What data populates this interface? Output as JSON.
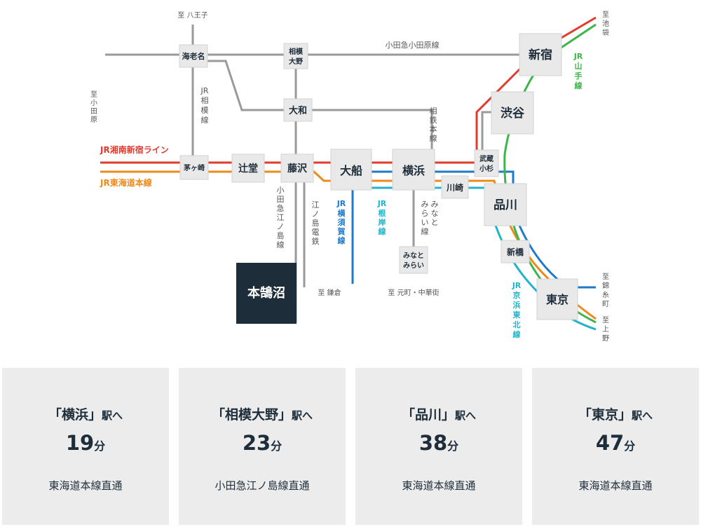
{
  "map": {
    "stations": {
      "ebina": "海老名",
      "sagami_ono": [
        "相模",
        "大野"
      ],
      "yamato": "大和",
      "shinjuku": "新宿",
      "shibuya": "渋谷",
      "chigasaki": "茅ヶ崎",
      "tsujido": "辻堂",
      "fujisawa": "藤沢",
      "ofuna": "大船",
      "yokohama": "横浜",
      "musashi_kosugi": [
        "武蔵",
        "小杉"
      ],
      "kawasaki": "川崎",
      "shinagawa": "品川",
      "minatomirai": [
        "みなと",
        "みらい"
      ],
      "shimbashi": "新橋",
      "tokyo": "東京",
      "hon_kugenuma": "本鵠沼"
    },
    "lines": {
      "odakyu_odawara": "小田急小田原線",
      "jr_sagami": [
        "JR",
        "相",
        "模",
        "線"
      ],
      "sotetsu": [
        "相",
        "鉄",
        "本",
        "線"
      ],
      "shonan_shinjuku": "JR湘南新宿ライン",
      "tokaido": "JR東海道本線",
      "odakyu_enoshima": [
        "小",
        "田",
        "急",
        "江",
        "ノ",
        "島",
        "線"
      ],
      "enoden": [
        "江",
        "ノ",
        "島",
        "電",
        "鉄"
      ],
      "yokosuka": [
        "JR",
        "横",
        "須",
        "賀",
        "線"
      ],
      "negishi": [
        "JR",
        "根",
        "岸",
        "線"
      ],
      "minatomirai_line": [
        [
          "み",
          "ら",
          "い",
          "線"
        ],
        [
          "み",
          "な",
          "と"
        ]
      ],
      "yamanote": [
        "JR",
        "山",
        "手",
        "線"
      ],
      "keihin_tohoku": [
        "JR",
        "京",
        "浜",
        "東",
        "北",
        "線"
      ]
    },
    "directions": {
      "hachioji": "至 八王子",
      "odawara": [
        "至",
        "小",
        "田",
        "原"
      ],
      "kamakura": "至 鎌倉",
      "motomachi": "至 元町・中華街",
      "ikebukuro": [
        "至",
        "池",
        "袋"
      ],
      "kinshicho": [
        "至",
        "錦",
        "糸",
        "町"
      ],
      "ueno": [
        "至",
        "上",
        "野"
      ]
    },
    "colors": {
      "shonan_shinjuku": "#e23b2e",
      "tokaido": "#ee8a1c",
      "yokosuka": "#1f7ac8",
      "negishi": "#22b3cc",
      "yamanote": "#3cb54a",
      "keihin_tohoku": "#22b3cc",
      "other_line": "#9a9a9a",
      "target_station": "#1e2d3a"
    }
  },
  "cards": [
    {
      "open": "「",
      "name": "横浜",
      "close": "」",
      "suffix": "駅へ",
      "minutes": "19",
      "unit": "分",
      "route": "東海道本線直通"
    },
    {
      "open": "「",
      "name": "相模大野",
      "close": "」",
      "suffix": "駅へ",
      "minutes": "23",
      "unit": "分",
      "route": "小田急江ノ島線直通"
    },
    {
      "open": "「",
      "name": "品川",
      "close": "」",
      "suffix": "駅へ",
      "minutes": "38",
      "unit": "分",
      "route": "東海道本線直通"
    },
    {
      "open": "「",
      "name": "東京",
      "close": "」",
      "suffix": "駅へ",
      "minutes": "47",
      "unit": "分",
      "route": "東海道本線直通"
    }
  ]
}
